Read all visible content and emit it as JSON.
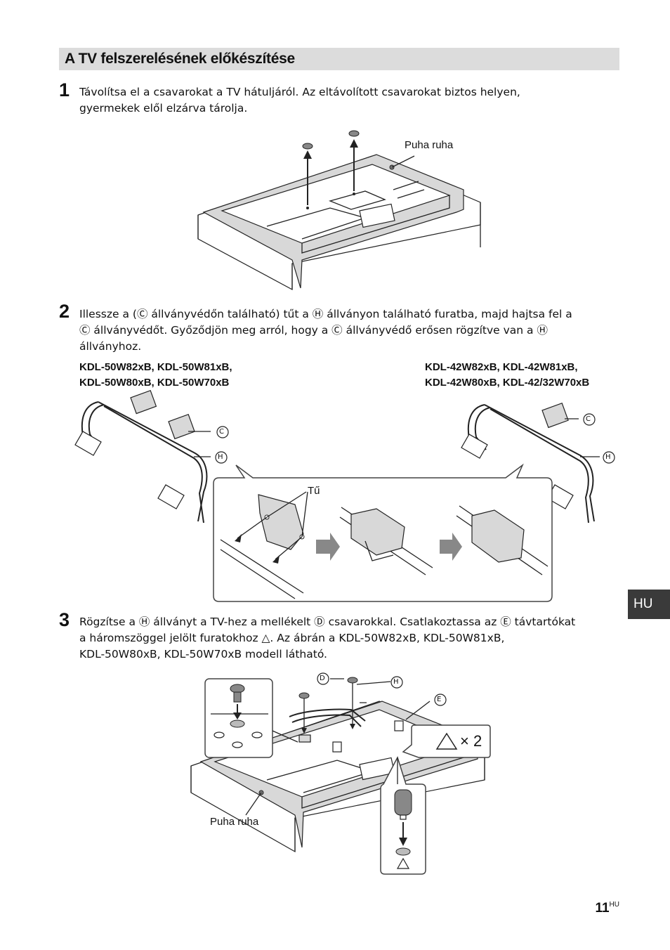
{
  "section": {
    "title": "A TV felszerelésének előkészítése"
  },
  "steps": [
    {
      "number": "1",
      "lines": [
        "Távolítsa el a csavarokat a TV hátuljáról. Az eltávolított csavarokat biztos helyen,",
        "gyermekek elől elzárva tárolja."
      ]
    },
    {
      "number": "2",
      "lines": [
        "Illessze a (Ⓒ állványvédőn található) tűt a Ⓗ állványon található furatba, majd hajtsa fel a",
        "Ⓒ állványvédőt. Győződjön meg arról, hogy a Ⓒ állványvédő erősen rögzítve van a Ⓗ",
        "állványhoz."
      ]
    },
    {
      "number": "3",
      "lines": [
        "Rögzítse a Ⓗ állványt a TV-hez a mellékelt Ⓓ csavarokkal. Csatlakoztassa az Ⓔ távtartókat",
        "a háromszöggel jelölt furatokhoz △. Az ábrán a KDL-50W82xB, KDL-50W81xB,",
        "KDL-50W80xB, KDL-50W70xB modell látható."
      ]
    }
  ],
  "models": {
    "left": [
      "KDL-50W82xB, KDL-50W81xB,",
      "KDL-50W80xB, KDL-50W70xB"
    ],
    "right": [
      "KDL-42W82xB, KDL-42W81xB,",
      "KDL-42W80xB, KDL-42/32W70xB"
    ]
  },
  "labels": {
    "soft_cloth": "Puha ruha",
    "pin": "Tű",
    "c": "C",
    "h": "H",
    "d": "D",
    "e": "E",
    "times_two": "× 2"
  },
  "language_tab": "HU",
  "page": {
    "number": "11",
    "suffix": "HU"
  }
}
